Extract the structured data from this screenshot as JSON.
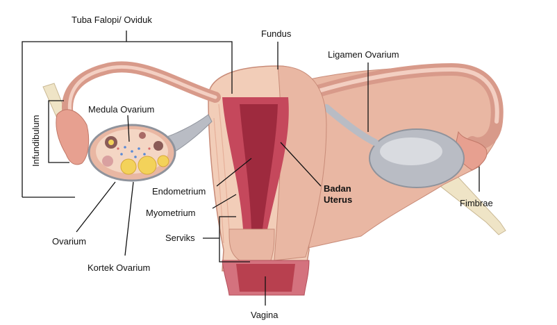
{
  "labels": {
    "tuba": "Tuba Falopi/ Oviduk",
    "fundus": "Fundus",
    "ligamen": "Ligamen Ovarium",
    "medula": "Medula Ovarium",
    "infundibulum": "Infundibulum",
    "endometrium": "Endometrium",
    "badan_line1": "Badan",
    "badan_line2": "Uterus",
    "myometrium": "Myometrium",
    "fimbrae": "Fimbrae",
    "serviks": "Serviks",
    "ovarium": "Ovarium",
    "kortek": "Kortek Ovarium",
    "vagina": "Vagina"
  },
  "colors": {
    "muscle_light": "#f2cdb8",
    "muscle_mid": "#e8a894",
    "endometrium": "#c5485c",
    "cavity": "#9e2a3e",
    "ovary_gray": "#b9bcc4",
    "ovary_light": "#d9dbe0",
    "stalk": "#efe4c6",
    "follicle_yellow": "#f3d25a"
  }
}
